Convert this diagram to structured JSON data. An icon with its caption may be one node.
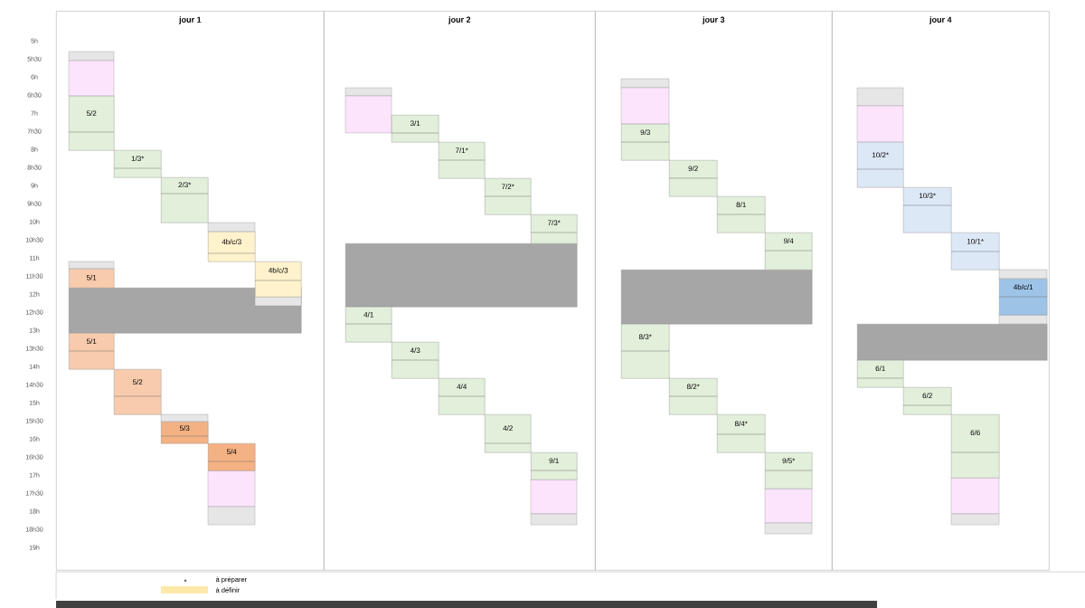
{
  "diagram": {
    "nodes": [
      {
        "text": [
          "jour 1"
        ]
      },
      {
        "text": [
          "5/2"
        ],
        "in": 0
      },
      {
        "text": [
          "1/3*"
        ],
        "in": 0
      },
      {
        "text": [
          "2/3*"
        ],
        "in": 0
      },
      {
        "text": [
          "4b/c/3"
        ],
        "in": 0
      },
      {
        "text": [
          "4b/c/3"
        ],
        "in": 0
      },
      {
        "text": [
          "5/1"
        ],
        "in": 0
      },
      {
        "text": [
          "5/1"
        ],
        "in": 0
      },
      {
        "text": [
          "5/2"
        ],
        "in": 0
      },
      {
        "text": [
          "5/3"
        ],
        "in": 0
      },
      {
        "text": [
          "5/4"
        ],
        "in": 0
      },
      {
        "text": [
          "jour 2"
        ]
      },
      {
        "text": [
          "3/1"
        ],
        "in": 11
      },
      {
        "text": [
          "7/1*"
        ],
        "in": 11
      },
      {
        "text": [
          "7/2*"
        ],
        "in": 11
      },
      {
        "text": [
          "7/3*"
        ],
        "in": 11
      },
      {
        "text": [
          "4/1"
        ],
        "in": 11
      },
      {
        "text": [
          "4/3"
        ],
        "in": 11
      },
      {
        "text": [
          "4/4"
        ],
        "in": 11
      },
      {
        "text": [
          "4/2"
        ],
        "in": 11
      },
      {
        "text": [
          "9/1"
        ],
        "in": 11
      },
      {
        "text": [
          "jour 3"
        ]
      },
      {
        "text": [
          "9/3"
        ],
        "in": 21
      },
      {
        "text": [
          "9/2"
        ],
        "in": 21
      },
      {
        "text": [
          "8/1"
        ],
        "in": 21
      },
      {
        "text": [
          "9/4"
        ],
        "in": 21
      },
      {
        "text": [
          "8/3*"
        ],
        "in": 21
      },
      {
        "text": [
          "8/2*"
        ],
        "in": 21
      },
      {
        "text": [
          "8/4*"
        ],
        "in": 21
      },
      {
        "text": [
          "9/5*"
        ],
        "in": 21
      },
      {
        "text": [
          "jour 4"
        ]
      },
      {
        "text": [
          "10/2*"
        ],
        "in": 30
      },
      {
        "text": [
          "10/3*"
        ],
        "in": 30
      },
      {
        "text": [
          "10/1*"
        ],
        "in": 30
      },
      {
        "text": [
          "4b/c/1"
        ],
        "in": 30
      },
      {
        "text": [
          "6/1"
        ],
        "in": 30
      },
      {
        "text": [
          "6/2"
        ],
        "in": 30
      },
      {
        "text": [
          "6/6"
        ],
        "in": 30
      },
      {
        "text": [],
        "shape": "bar",
        "in": 0
      },
      {
        "text": [],
        "shape": "bar",
        "in": 11
      },
      {
        "text": [],
        "shape": "bar",
        "in": 21
      },
      {
        "text": [],
        "shape": "bar",
        "in": 30
      }
    ],
    "labels": [
      "5h",
      "5h30",
      "6h",
      "6h30",
      "7h",
      "7h30",
      "8h",
      "8h30",
      "9h",
      "9h30",
      "10h",
      "10h30",
      "11h",
      "11h30",
      "12h",
      "12h30",
      "13h",
      "13h30",
      "14h",
      "14h30",
      "15h",
      "15h30",
      "16h",
      "16h30",
      "17h",
      "17h30",
      "18h",
      "18h30",
      "19h",
      "*"
    ],
    "legend": [
      {
        "text": "à préparer"
      },
      {
        "text": "à définir",
        "color": "#fde9a9"
      }
    ]
  }
}
